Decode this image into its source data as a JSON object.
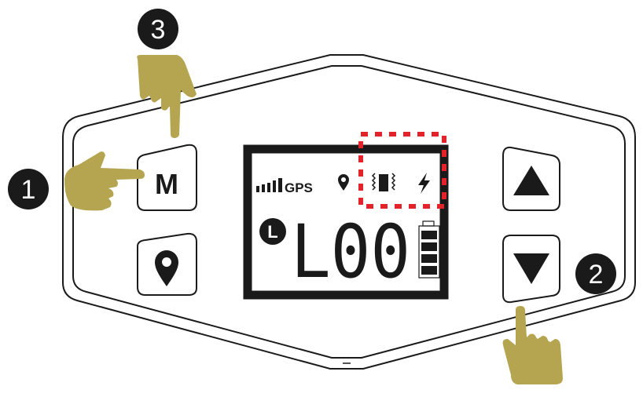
{
  "colors": {
    "hand": "#b5a450",
    "highlight": "#e2232a",
    "ink": "#1a1a1a"
  },
  "steps": [
    {
      "number": "1"
    },
    {
      "number": "2"
    },
    {
      "number": "3"
    }
  ],
  "buttons": {
    "mode_label": "M",
    "location_icon": "location-pin-icon",
    "up_icon": "triangle-up-icon",
    "down_icon": "triangle-down-icon"
  },
  "lcd": {
    "gps_label": "GPS",
    "mode_badge": "L",
    "display": "L00",
    "battery_level_bars": 4,
    "icons": [
      "signal-bars-icon",
      "location-pin-icon",
      "vibration-icon",
      "lightning-icon"
    ]
  }
}
